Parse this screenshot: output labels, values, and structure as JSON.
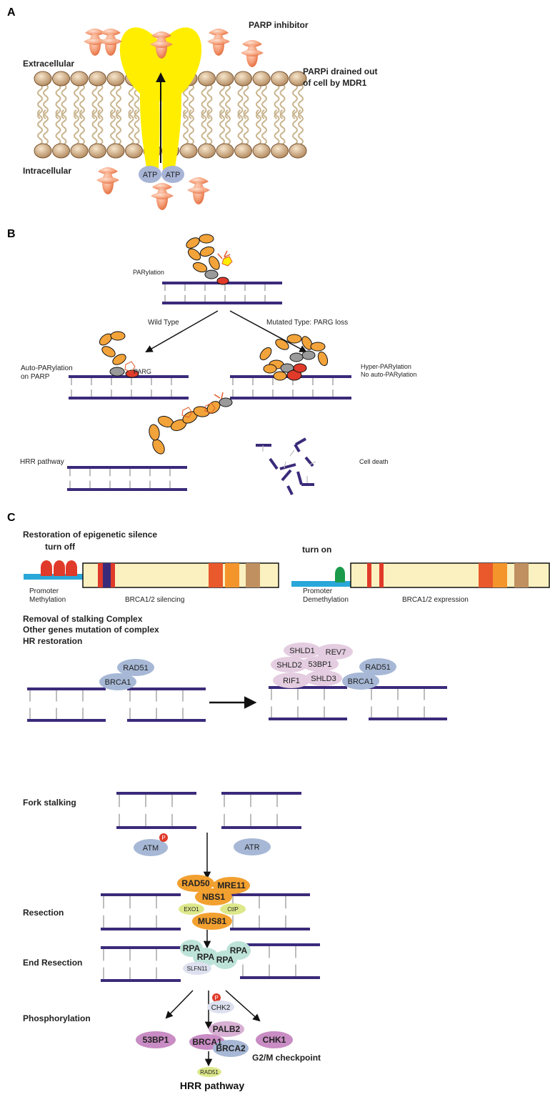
{
  "panels": {
    "a": "A",
    "b": "B",
    "c": "C"
  },
  "panel_a": {
    "parp_inhibitor": "PARP inhibitor",
    "extracellular": "Extracellular",
    "intracellular": "Intracellular",
    "drain_line1": "PARPi drained out",
    "drain_line2": "of cell by MDR1",
    "atp_left": "ATP",
    "atp_right": "ATP"
  },
  "panel_b": {
    "parylation": "PARylation",
    "wild_type": "Wild Type",
    "mutated_type": "Mutated Type: PARG loss",
    "auto_line1": "Auto-PARylation",
    "auto_line2": "on PARP",
    "parg": "PARG",
    "hyper_line1": "Hyper-PARylation",
    "hyper_line2": "No auto-PARylation",
    "hrr_pathway": "HRR pathway",
    "cell_death": "Cell death"
  },
  "panel_c": {
    "restoration": "Restoration of epigenetic silence",
    "turn_off": "turn off",
    "turn_on": "turn on",
    "promoter_methylation_1": "Promoter",
    "promoter_methylation_2": "Methylation",
    "promoter_demethylation_1": "Promoter",
    "promoter_demethylation_2": "Demethylation",
    "brca_silencing": "BRCA1/2 silencing",
    "brca_expression": "BRCA1/2 expression",
    "removal_line1": "Removal of stalking Complex",
    "removal_line2": "Other genes mutation of complex",
    "removal_line3": "HR restoration",
    "rad51": "RAD51",
    "brca1": "BRCA1",
    "shld1": "SHLD1",
    "rev7": "REV7",
    "shld2": "SHLD2",
    "p53bp1": "53BP1",
    "rif1": "RIF1",
    "shld3": "SHLD3",
    "rad51_b": "RAD51",
    "brca1_b": "BRCA1"
  },
  "pathway": {
    "fork_stalking": "Fork stalking",
    "resection": "Resection",
    "end_resection": "End Resection",
    "phosphorylation": "Phosphorylation",
    "atm": "ATM",
    "atr": "ATR",
    "p": "P",
    "rad50": "RAD50",
    "mre11": "MRE11",
    "nbs1": "NBS1",
    "exo1": "EXO1",
    "ctip": "CtIP",
    "mus81": "MUS81",
    "rpa1": "RPA",
    "rpa2": "RPA",
    "rpa3": "RPA",
    "rpa4": "RPA",
    "slfn11": "SLFN11",
    "chk2": "CHK2",
    "p53bp1": "53BP1",
    "palb2": "PALB2",
    "brca1": "BRCA1",
    "brca2": "BRCA2",
    "chk1": "CHK1",
    "g2m": "G2/M checkpoint",
    "rad51": "RAD51",
    "hrr_pathway": "HRR pathway"
  },
  "colors": {
    "dna": "#3b2a7a",
    "rung": "#999999",
    "membrane": "#b58a5f",
    "mdr1": "#ffee00",
    "inhibitor": "#f28f63",
    "atp": "#a7b4d6",
    "orange_bead": "#f2a33a",
    "gene_body": "#fbf1c0",
    "promoter_blue": "#2aa7d9",
    "methyl_red": "#e03a2a",
    "demethyl_green": "#1a9a4a",
    "blue_protein": "#a7b8d6",
    "pink_protein": "#e4cde0",
    "orange_protein": "#f2a030",
    "green_protein": "#dde88a",
    "teal_protein": "#bde3d8",
    "purple_protein": "#c98cc4"
  }
}
